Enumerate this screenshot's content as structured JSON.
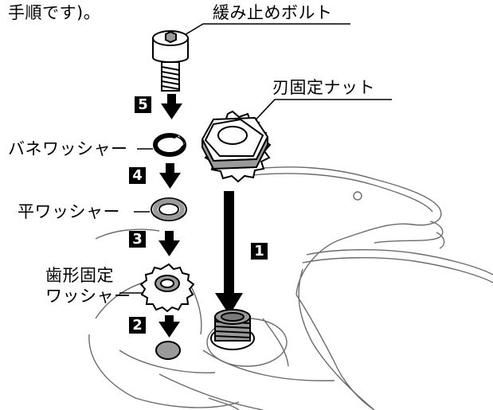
{
  "caption_fragment": "手順です)。",
  "labels": {
    "bolt": "緩み止めボルト",
    "blade_nut": "刃固定ナット",
    "spring_washer": "バネワッシャー",
    "flat_washer": "平ワッシャー",
    "toothed_washer": "歯形固定\nワッシャー"
  },
  "steps": {
    "s1": "1",
    "s2": "2",
    "s3": "3",
    "s4": "4",
    "s5": "5"
  },
  "colors": {
    "line": "#000000",
    "part_fill": "#ffffff",
    "part_shade": "#9a9a9a",
    "badge_bg": "#000000",
    "badge_text": "#ffffff",
    "background_sketch": "#6b6b6b"
  },
  "icons": {
    "arrow": "down-arrow-icon",
    "badge": "step-number-badge"
  }
}
